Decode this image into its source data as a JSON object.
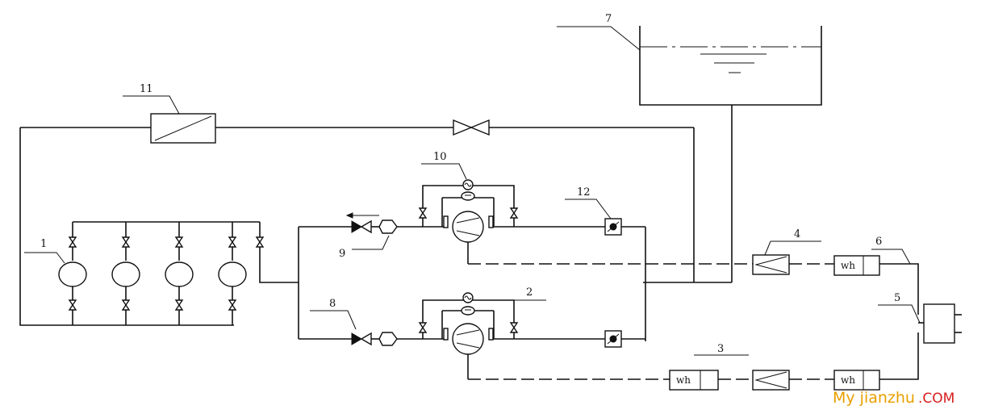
{
  "labels": {
    "n1": "1",
    "n2": "2",
    "n3": "3",
    "n4": "4",
    "n5": "5",
    "n6": "6",
    "n7": "7",
    "n8": "8",
    "n9": "9",
    "n10": "10",
    "n11": "11",
    "n12": "12"
  },
  "meter_text": "wh",
  "watermark": {
    "brand": "My jianzhu",
    "suffix": ".COM"
  }
}
